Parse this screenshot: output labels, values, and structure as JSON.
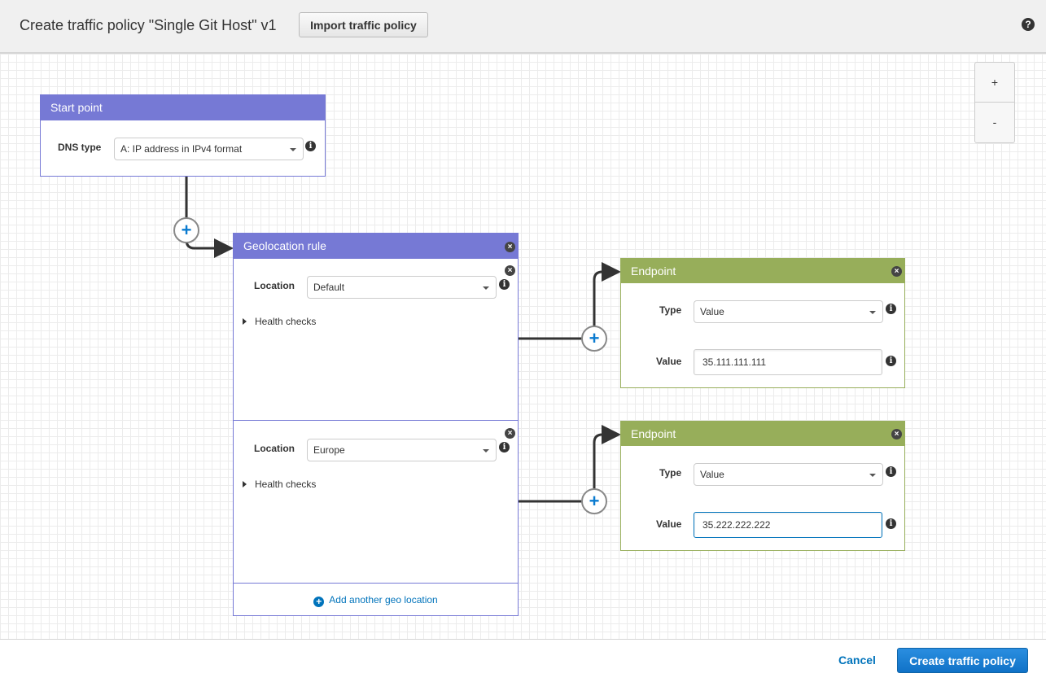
{
  "header": {
    "title": "Create traffic policy \"Single Git Host\" v1",
    "import_label": "Import traffic policy",
    "help_icon": "?"
  },
  "zoom": {
    "in": "+",
    "out": "-"
  },
  "start": {
    "title": "Start point",
    "dns_label": "DNS type",
    "dns_value": "A: IP address in IPv4 format"
  },
  "geo": {
    "title": "Geolocation rule",
    "rules": [
      {
        "location_label": "Location",
        "location": "Default",
        "health": "Health checks"
      },
      {
        "location_label": "Location",
        "location": "Europe",
        "health": "Health checks"
      }
    ],
    "add_label": "Add another geo location"
  },
  "endpoints": [
    {
      "title": "Endpoint",
      "type_label": "Type",
      "type": "Value",
      "value_label": "Value",
      "value": "35.111.111.111"
    },
    {
      "title": "Endpoint",
      "type_label": "Type",
      "type": "Value",
      "value_label": "Value",
      "value": "35.222.222.222"
    }
  ],
  "footer": {
    "cancel": "Cancel",
    "create": "Create traffic policy"
  },
  "colors": {
    "rule": "#7679d5",
    "endpoint": "#97ae5a",
    "primary": "#0073bb"
  }
}
